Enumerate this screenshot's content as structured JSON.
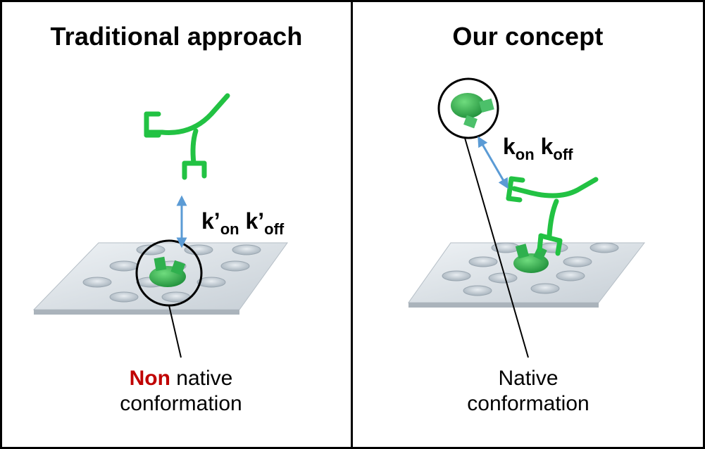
{
  "left_panel": {
    "title": "Traditional approach",
    "rate_k": "k’",
    "rate_on": "on",
    "rate_k2": "k’",
    "rate_off": "off",
    "caption_highlight": "Non",
    "caption_rest": " native",
    "caption_line2": "conformation"
  },
  "right_panel": {
    "title": "Our concept",
    "rate_k": "k",
    "rate_on": "on",
    "rate_k2": "k",
    "rate_off": "off",
    "caption_line1": "Native",
    "caption_line2": "conformation"
  },
  "colors": {
    "antibody_green": "#22c243",
    "antigen_green": "#2aa84a",
    "arrow_blue": "#5b9bd5",
    "highlight_red": "#c00000",
    "plate_gray": "#d6dde3"
  }
}
